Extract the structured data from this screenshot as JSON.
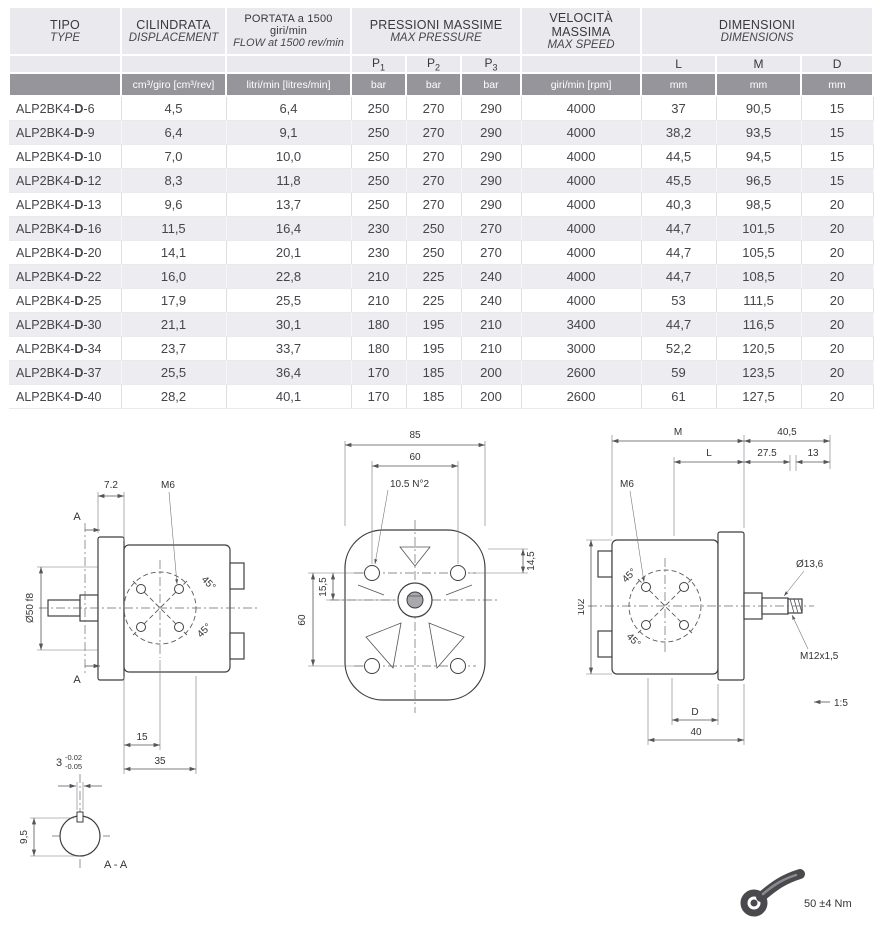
{
  "table": {
    "header": {
      "col_type": {
        "it": "TIPO",
        "en": "TYPE"
      },
      "col_displacement": {
        "it": "CILINDRATA",
        "en": "DISPLACEMENT"
      },
      "col_flow": {
        "it": "PORTATA a 1500 giri/min",
        "en": "FLOW at 1500 rev/min"
      },
      "col_pressure": {
        "it": "PRESSIONI MASSIME",
        "en": "MAX PRESSURE"
      },
      "col_speed": {
        "it": "VELOCITÀ MASSIMA",
        "en": "MAX SPEED"
      },
      "col_dimensions": {
        "it": "DIMENSIONI",
        "en": "DIMENSIONS"
      },
      "sub": {
        "p_base": "P",
        "p1": "1",
        "p2": "2",
        "p3": "3",
        "l": "L",
        "m": "M",
        "d": "D"
      },
      "units": {
        "displacement": "cm³/giro [cm³/rev]",
        "flow": "litri/min [litres/min]",
        "pressure": "bar",
        "speed": "giri/min [rpm]",
        "dimension": "mm"
      }
    },
    "rows": [
      {
        "type": "ALP2BK4-D-6",
        "disp": "4,5",
        "flow": "6,4",
        "p1": "250",
        "p2": "270",
        "p3": "290",
        "speed": "4000",
        "l": "37",
        "m": "90,5",
        "d": "15"
      },
      {
        "type": "ALP2BK4-D-9",
        "disp": "6,4",
        "flow": "9,1",
        "p1": "250",
        "p2": "270",
        "p3": "290",
        "speed": "4000",
        "l": "38,2",
        "m": "93,5",
        "d": "15"
      },
      {
        "type": "ALP2BK4-D-10",
        "disp": "7,0",
        "flow": "10,0",
        "p1": "250",
        "p2": "270",
        "p3": "290",
        "speed": "4000",
        "l": "44,5",
        "m": "94,5",
        "d": "15"
      },
      {
        "type": "ALP2BK4-D-12",
        "disp": "8,3",
        "flow": "11,8",
        "p1": "250",
        "p2": "270",
        "p3": "290",
        "speed": "4000",
        "l": "45,5",
        "m": "96,5",
        "d": "15"
      },
      {
        "type": "ALP2BK4-D-13",
        "disp": "9,6",
        "flow": "13,7",
        "p1": "250",
        "p2": "270",
        "p3": "290",
        "speed": "4000",
        "l": "40,3",
        "m": "98,5",
        "d": "20"
      },
      {
        "type": "ALP2BK4-D-16",
        "disp": "11,5",
        "flow": "16,4",
        "p1": "230",
        "p2": "250",
        "p3": "270",
        "speed": "4000",
        "l": "44,7",
        "m": "101,5",
        "d": "20"
      },
      {
        "type": "ALP2BK4-D-20",
        "disp": "14,1",
        "flow": "20,1",
        "p1": "230",
        "p2": "250",
        "p3": "270",
        "speed": "4000",
        "l": "44,7",
        "m": "105,5",
        "d": "20"
      },
      {
        "type": "ALP2BK4-D-22",
        "disp": "16,0",
        "flow": "22,8",
        "p1": "210",
        "p2": "225",
        "p3": "240",
        "speed": "4000",
        "l": "44,7",
        "m": "108,5",
        "d": "20"
      },
      {
        "type": "ALP2BK4-D-25",
        "disp": "17,9",
        "flow": "25,5",
        "p1": "210",
        "p2": "225",
        "p3": "240",
        "speed": "4000",
        "l": "53",
        "m": "111,5",
        "d": "20"
      },
      {
        "type": "ALP2BK4-D-30",
        "disp": "21,1",
        "flow": "30,1",
        "p1": "180",
        "p2": "195",
        "p3": "210",
        "speed": "3400",
        "l": "44,7",
        "m": "116,5",
        "d": "20"
      },
      {
        "type": "ALP2BK4-D-34",
        "disp": "23,7",
        "flow": "33,7",
        "p1": "180",
        "p2": "195",
        "p3": "210",
        "speed": "3000",
        "l": "52,2",
        "m": "120,5",
        "d": "20"
      },
      {
        "type": "ALP2BK4-D-37",
        "disp": "25,5",
        "flow": "36,4",
        "p1": "170",
        "p2": "185",
        "p3": "200",
        "speed": "2600",
        "l": "59",
        "m": "123,5",
        "d": "20"
      },
      {
        "type": "ALP2BK4-D-40",
        "disp": "28,2",
        "flow": "40,1",
        "p1": "170",
        "p2": "185",
        "p3": "200",
        "speed": "2600",
        "l": "61",
        "m": "127,5",
        "d": "20"
      }
    ]
  },
  "drawings": {
    "side_left": {
      "dim_flange": "7.2",
      "thread": "M6",
      "section_top": "A",
      "section_bottom": "A",
      "shaft_dia": "Ø50 f8",
      "angle_top": "45°",
      "angle_bottom": "45°",
      "dim_15": "15",
      "dim_35": "35"
    },
    "front": {
      "dim_85": "85",
      "dim_60_top": "60",
      "holes_note": "10.5 N°2",
      "dim_145": "14,5",
      "dim_60_left": "60",
      "dim_155": "15,5"
    },
    "side_right": {
      "dim_M": "M",
      "dim_405": "40,5",
      "dim_L": "L",
      "dim_275": "27.5",
      "dim_13": "13",
      "thread": "M6",
      "shaft_dia": "Ø13,6",
      "dim_102": "102",
      "angle_top": "45°",
      "angle_bottom": "45°",
      "thread_end": "M12x1,5",
      "scale": "1:5",
      "dim_D": "D",
      "dim_40": "40"
    },
    "section_aa": {
      "key_width": "3",
      "tol_upper": "-0.02",
      "tol_lower": "-0.05",
      "dim_95": "9,5",
      "title": "A - A"
    },
    "torque": {
      "value": "50 ±4 Nm"
    }
  }
}
